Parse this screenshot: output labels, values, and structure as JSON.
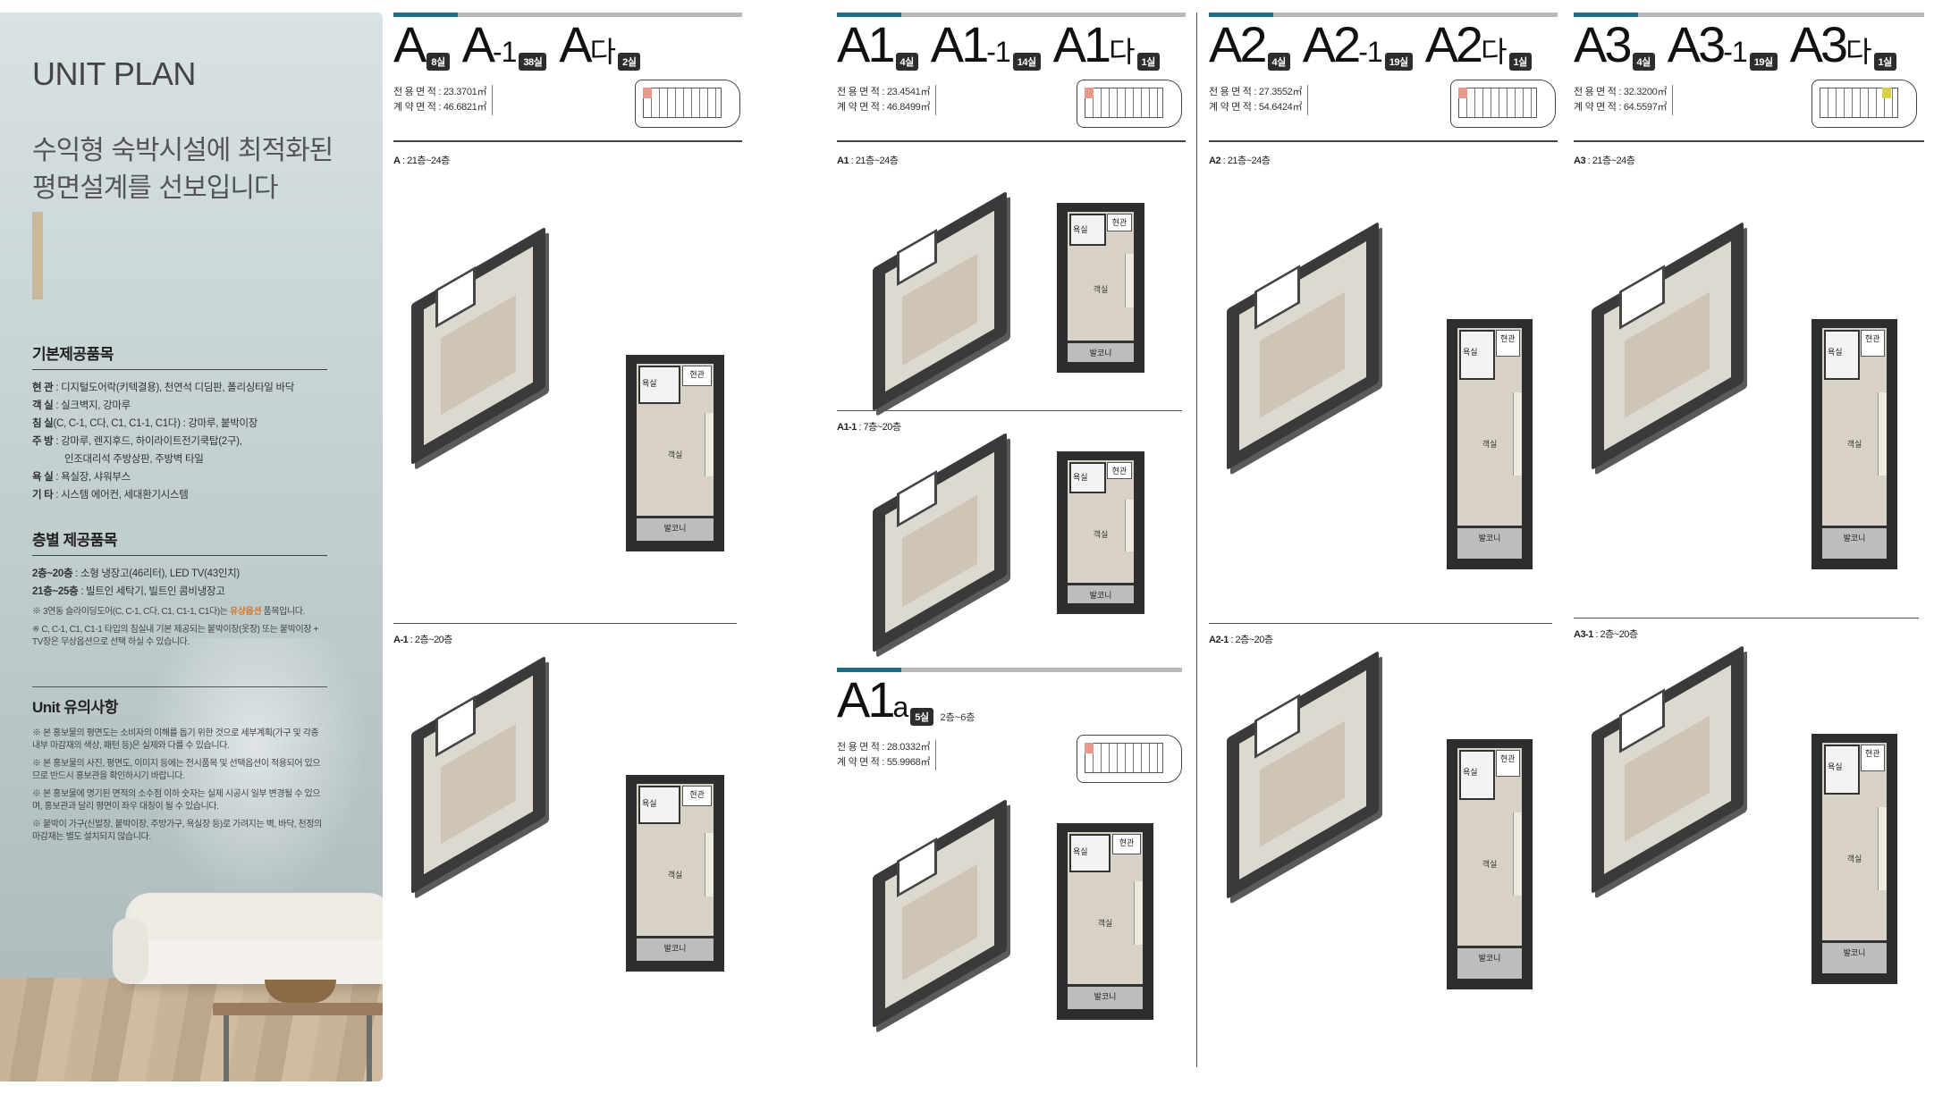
{
  "intro": {
    "title_light": "UNIT",
    "title_strong": "PLAN",
    "subtitle_line1": "수익형 숙박시설에 최적화된",
    "subtitle_line2": "평면설계를 선보입니다"
  },
  "basic_items": {
    "heading": "기본제공품목",
    "rows": [
      {
        "key": "현 관",
        "value": " : 디지털도어락(키텍결용), 천연석 디딤판, 폴리싱타일 바닥"
      },
      {
        "key": "객 실",
        "value": " : 실크벽지, 강마루"
      },
      {
        "key": "침 실",
        "value": "(C, C-1, C다, C1, C1-1, C1다) : 강마루, 붙박이장"
      },
      {
        "key": "주 방",
        "value": " : 강마루, 렌지후드, 하이라이트전기쿡탑(2구),"
      },
      {
        "key": "",
        "value": "인조대리석 주방상판, 주방벽 타일"
      },
      {
        "key": "욕 실",
        "value": " : 욕실장, 샤워부스"
      },
      {
        "key": "기 타",
        "value": " : 시스템 에어컨, 세대환기시스템"
      }
    ]
  },
  "floor_items": {
    "heading": "층별 제공품목",
    "rows": [
      {
        "key": "2층~20층",
        "value": " : 소형 냉장고(46리터), LED TV(43인치)"
      },
      {
        "key": "21층~25층",
        "value": " : 빌트인 세탁기, 빌트인 콤비냉장고"
      }
    ],
    "note1_pre": "※ 3연동 슬라이딩도어(C, C-1, C다, C1, C1-1, C1다)는 ",
    "note1_hl": "유상옵션",
    "note1_post": " 품목입니다.",
    "note2": "※ C, C-1, C1, C1-1 타입의 침실내 기본 제공되는 붙박이장(옷장) 또는 붙박이장 + TV장은 무상옵션으로 선택 하실 수 있습니다."
  },
  "unit_notes": {
    "heading": "Unit 유의사항",
    "notes": [
      "※ 본 홍보물의 평면도는 소비자의 이해를 돕기 위한 것으로 세부계획(가구 및 각종 내부 마감재의 색상, 패턴 등)은 실제와 다를 수 있습니다.",
      "※ 본 홍보물의 사진, 평면도, 이미지 등에는 전시품목 및 선택옵션이 적용되어 있으므로 반드시 홍보관을 확인하시기 바랍니다.",
      "※ 본 홍보물에 명기된 면적의 소수점 이하 숫자는 실제 시공시 일부 변경될 수 있으며, 홍보관과 달리 평면이 좌우 대칭이 될 수 있습니다.",
      "※ 붙박이 가구(신발장, 붙박이장, 주방가구, 욕실장 등)로 가려지는 벽, 바닥, 천정의 마감재는 별도 설치되지 않습니다."
    ]
  },
  "labels": {
    "entry": "현관",
    "bath": "욕실",
    "living": "객실",
    "balcony": "발코니",
    "area_exclusive": "전 용 면 적 :",
    "area_contract": "계 약 면 적 :"
  },
  "columns": [
    {
      "units": [
        {
          "name": "A",
          "suffix": "",
          "badge": "8실"
        },
        {
          "name": "A",
          "suffix": "-1",
          "badge": "38실"
        },
        {
          "name": "A",
          "suffix": "다",
          "badge": "2실"
        }
      ],
      "exclusive": "23.3701㎡",
      "contract": "46.6821㎡",
      "plans": [
        {
          "type": "A",
          "floors": " : 21층~24층"
        },
        {
          "type": "A-1",
          "floors": " : 2층~20층"
        }
      ]
    },
    {
      "units": [
        {
          "name": "A1",
          "suffix": "",
          "badge": "4실"
        },
        {
          "name": "A1",
          "suffix": "-1",
          "badge": "14실"
        },
        {
          "name": "A1",
          "suffix": "다",
          "badge": "1실"
        }
      ],
      "exclusive": "23.4541㎡",
      "contract": "46.8499㎡",
      "plans": [
        {
          "type": "A1",
          "floors": " : 21층~24층"
        },
        {
          "type": "A1-1",
          "floors": " : 7층~20층"
        }
      ],
      "sub": {
        "name": "A1",
        "suffix": "a",
        "badge": "5실",
        "floors": "2층~6층",
        "exclusive": "28.0332㎡",
        "contract": "55.9968㎡"
      }
    },
    {
      "units": [
        {
          "name": "A2",
          "suffix": "",
          "badge": "4실"
        },
        {
          "name": "A2",
          "suffix": "-1",
          "badge": "19실"
        },
        {
          "name": "A2",
          "suffix": "다",
          "badge": "1실"
        }
      ],
      "exclusive": "27.3552㎡",
      "contract": "54.6424㎡",
      "plans": [
        {
          "type": "A2",
          "floors": " : 21층~24층"
        },
        {
          "type": "A2-1",
          "floors": " : 2층~20층"
        }
      ]
    },
    {
      "units": [
        {
          "name": "A3",
          "suffix": "",
          "badge": "4실"
        },
        {
          "name": "A3",
          "suffix": "-1",
          "badge": "19실"
        },
        {
          "name": "A3",
          "suffix": "다",
          "badge": "1실"
        }
      ],
      "exclusive": "32.3200㎡",
      "contract": "64.5597㎡",
      "plans": [
        {
          "type": "A3",
          "floors": " : 21층~24층"
        },
        {
          "type": "A3-1",
          "floors": " : 2층~20층"
        }
      ]
    }
  ],
  "colors": {
    "accent_teal": "#1d6e86",
    "badge_dark": "#2d2d2d",
    "option_orange": "#d6782a",
    "intro_beige": "#c9b99a"
  }
}
